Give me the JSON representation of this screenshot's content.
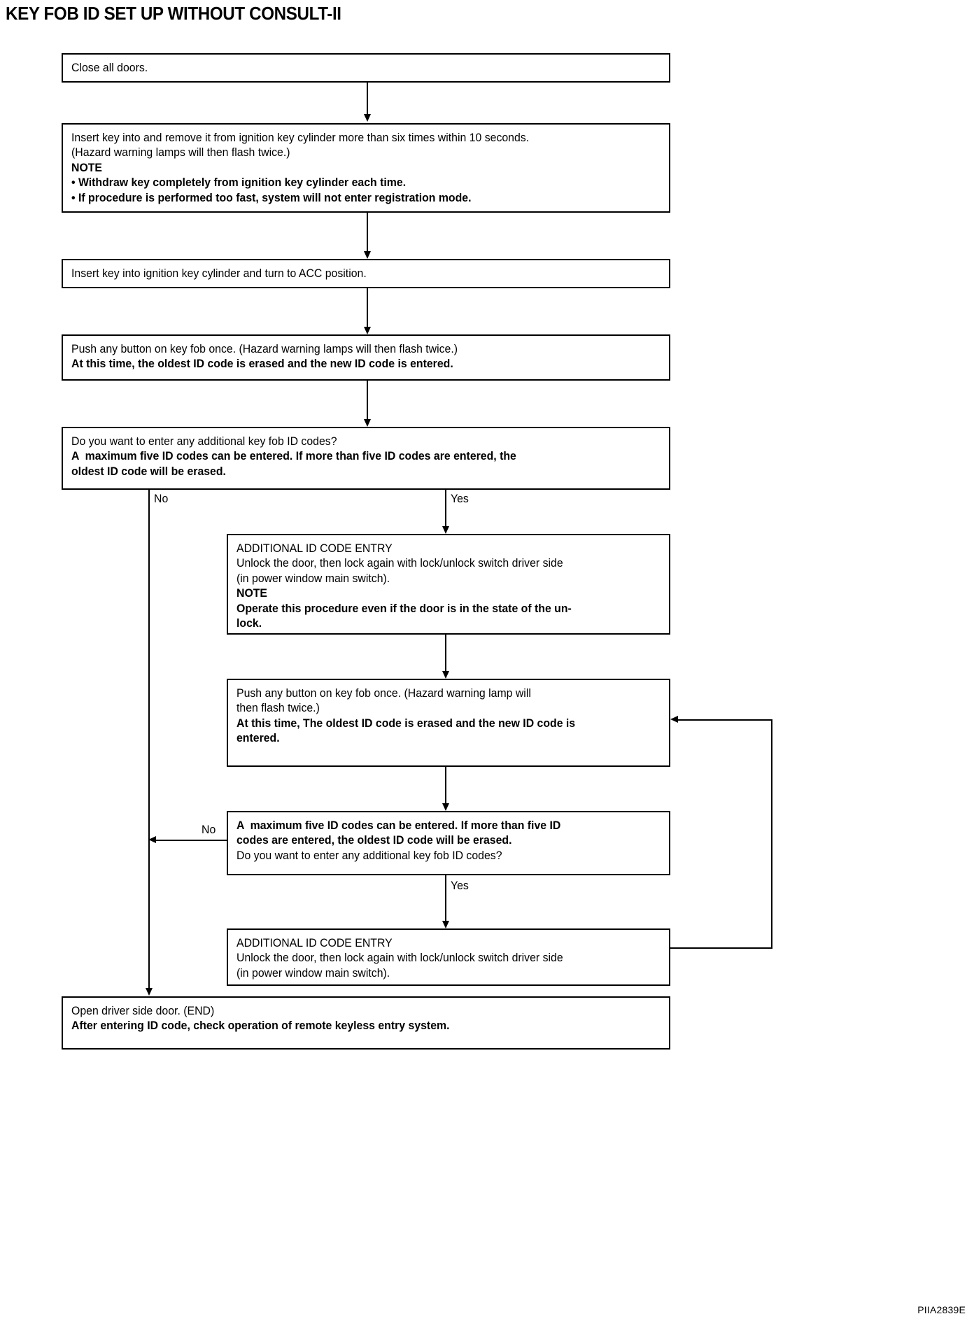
{
  "document": {
    "title": "KEY FOB ID SET UP WITHOUT CONSULT-II",
    "figure_code": "PIIA2839E"
  },
  "flowchart": {
    "type": "flowchart",
    "orientation": "top-to-bottom",
    "nodes": [
      {
        "id": "close-doors",
        "lines": [
          {
            "text": "Close all doors.",
            "bold": false
          }
        ]
      },
      {
        "id": "insert-remove-key",
        "lines": [
          {
            "text": "Insert key into and remove it from ignition key cylinder more than six times within 10 seconds.",
            "bold": false
          },
          {
            "text": "(Hazard warning lamps will then flash twice.)",
            "bold": false
          },
          {
            "text": "NOTE",
            "bold": true
          },
          {
            "text": "• Withdraw key completely from ignition key cylinder each time.",
            "bold": true
          },
          {
            "text": "• If procedure is performed too fast, system will not enter registration mode.",
            "bold": true
          }
        ]
      },
      {
        "id": "turn-acc",
        "lines": [
          {
            "text": "Insert key into ignition key cylinder and turn to ACC position.",
            "bold": false
          }
        ]
      },
      {
        "id": "push-key-fob-1",
        "lines": [
          {
            "text": "Push any button on key fob once. (Hazard warning lamps will then flash twice.)",
            "bold": false
          },
          {
            "text": "At this time, the oldest ID code is erased and the new ID code is entered.",
            "bold": true
          }
        ]
      },
      {
        "id": "decision-1",
        "lines": [
          {
            "text": "Do you want to enter any additional key fob ID codes?",
            "bold": false
          },
          {
            "text": "A  maximum five ID codes can be entered. If more than five ID codes are entered, the",
            "bold": true
          },
          {
            "text": "oldest ID code will be erased.",
            "bold": true
          }
        ]
      },
      {
        "id": "additional-entry-1",
        "lines": [
          {
            "text": "ADDITIONAL ID CODE ENTRY",
            "bold": false
          },
          {
            "text": "Unlock the door, then lock again with lock/unlock switch driver side",
            "bold": false
          },
          {
            "text": "(in power window main switch).",
            "bold": false
          },
          {
            "text": "NOTE",
            "bold": true
          },
          {
            "text": "Operate this procedure even if the door is in the state of the un-",
            "bold": true
          },
          {
            "text": "lock.",
            "bold": true
          }
        ]
      },
      {
        "id": "push-key-fob-2",
        "lines": [
          {
            "text": "Push any button on key fob once. (Hazard warning lamp will",
            "bold": false
          },
          {
            "text": "then flash twice.)",
            "bold": false
          },
          {
            "text": "At this time, The oldest ID code is erased and the new ID code is",
            "bold": true
          },
          {
            "text": "entered.",
            "bold": true
          }
        ]
      },
      {
        "id": "decision-2",
        "lines": [
          {
            "text": "A  maximum five ID codes can be entered. If more than five ID",
            "bold": true
          },
          {
            "text": "codes are entered, the oldest ID code will be erased.",
            "bold": true
          },
          {
            "text": "Do you want to enter any additional key fob ID codes?",
            "bold": false
          }
        ]
      },
      {
        "id": "additional-entry-2",
        "lines": [
          {
            "text": "ADDITIONAL ID CODE ENTRY",
            "bold": false
          },
          {
            "text": "Unlock the door, then lock again with lock/unlock switch driver side",
            "bold": false
          },
          {
            "text": "(in power window main switch).",
            "bold": false
          }
        ]
      },
      {
        "id": "end-open-door",
        "lines": [
          {
            "text": "Open driver side door. (END)",
            "bold": false
          },
          {
            "text": "After entering ID code, check operation of remote keyless entry system.",
            "bold": true
          }
        ]
      }
    ],
    "branch_labels": {
      "decision1_no": "No",
      "decision1_yes": "Yes",
      "decision2_no": "No",
      "decision2_yes": "Yes"
    }
  }
}
